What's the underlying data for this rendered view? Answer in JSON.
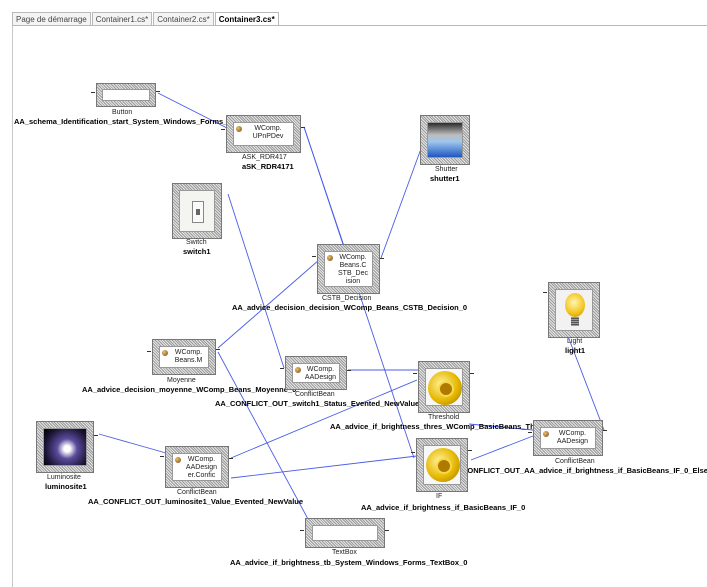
{
  "tabs": [
    "Page de démarrage",
    "Container1.cs*",
    "Container2.cs*",
    "Container3.cs*"
  ],
  "active_tab": "Container3.cs*",
  "nodes": {
    "button": {
      "type": "Button",
      "name": "AA_schema_Identification_start_System_Windows_Forms_Button_0"
    },
    "ask": {
      "type": "ASK_RDR417",
      "name": "aSK_RDR4171",
      "inner": "WComp.\nUPnPDev"
    },
    "shutter": {
      "type": "Shutter",
      "name": "shutter1"
    },
    "switch": {
      "type": "Switch",
      "name": "switch1"
    },
    "cstb": {
      "type": "CSTB_Decision",
      "name": "AA_advice_decision_decision_WComp_Beans_CSTB_Decision_0",
      "inner": "WComp.\nBeans.C\nSTB_Dec\nision"
    },
    "light": {
      "type": "Light",
      "name": "light1"
    },
    "moyenne": {
      "type": "Moyenne",
      "name": "AA_advice_decision_moyenne_WComp_Beans_Moyenne_0",
      "inner": "WComp.\nBeans.M"
    },
    "conflict1": {
      "type": "ConflictBean",
      "name": "AA_CONFLICT_OUT_switch1_Status_Evented_NewValue",
      "inner": "WComp.\nAADesign"
    },
    "threshold": {
      "type": "Threshold",
      "name": "AA_advice_if_brightness_thres_WComp_BasicBeans_Threshold_0"
    },
    "conflict2": {
      "type": "ConflictBean",
      "name": "AA_CONFLICT_OUT_AA_advice_if_brightness_if_BasicBeans_IF_0_Else",
      "inner": "WComp.\nAADesign"
    },
    "luminosite": {
      "type": "Luminosite",
      "name": "luminosite1"
    },
    "conflict3": {
      "type": "ConflictBean",
      "name": "AA_CONFLICT_OUT_luminosite1_Value_Evented_NewValue",
      "inner": "WComp.\nAADesign\ner.Confic"
    },
    "if": {
      "type": "IF",
      "name": "AA_advice_if_brightness_if_BasicBeans_IF_0"
    },
    "textbox": {
      "type": "TextBox",
      "name": "AA_advice_if_brightness_tb_System_Windows_Forms_TextBox_0"
    }
  },
  "wire_color": "#4a5de6"
}
